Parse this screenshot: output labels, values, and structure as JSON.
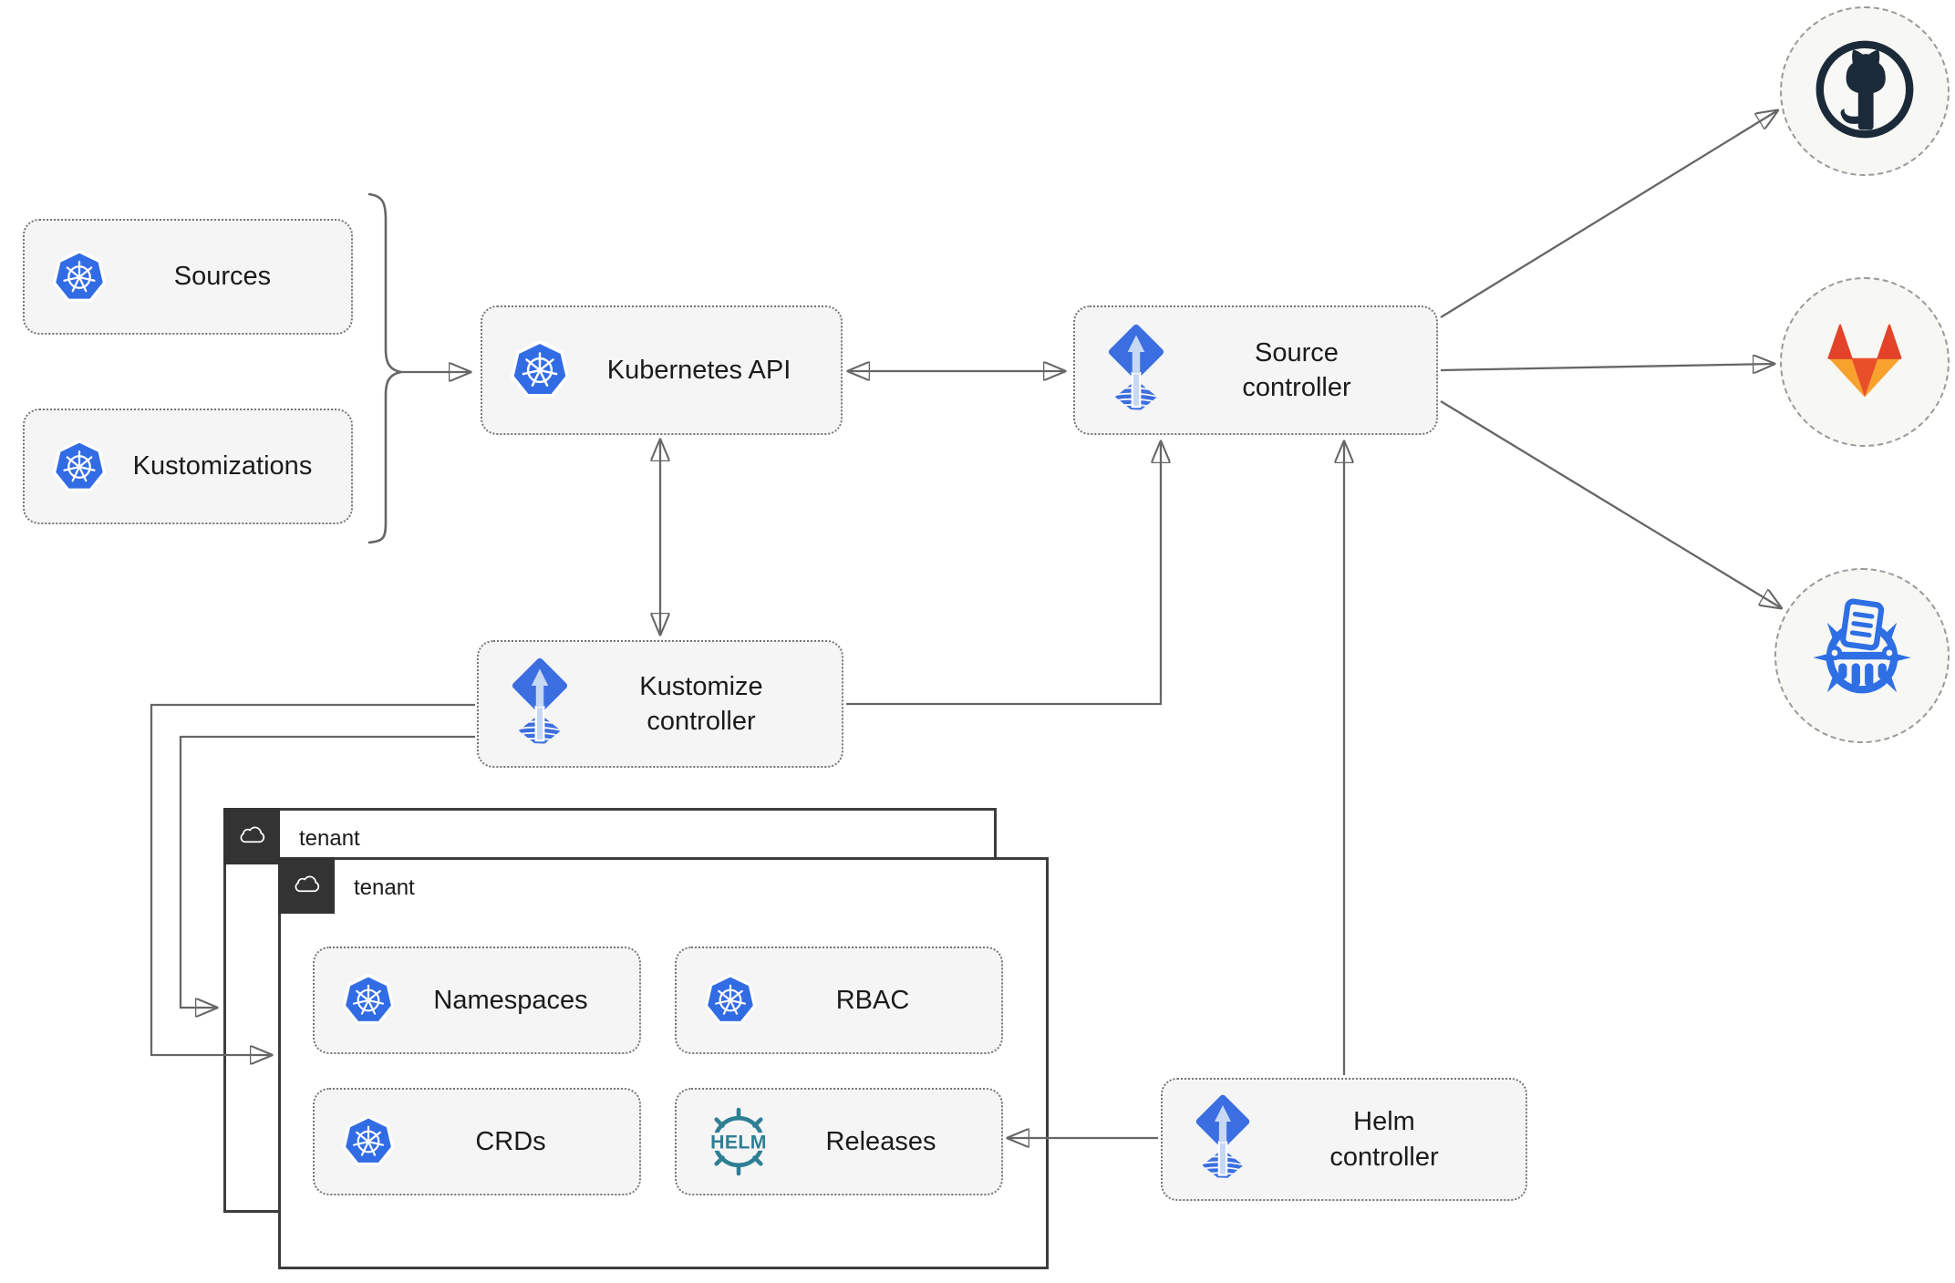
{
  "nodes": {
    "sources": {
      "label": "Sources"
    },
    "kustomizations": {
      "label": "Kustomizations"
    },
    "kubernetes_api": {
      "label": "Kubernetes API"
    },
    "source_controller": {
      "label": "Source\ncontroller"
    },
    "kustomize_controller": {
      "label": "Kustomize\ncontroller"
    },
    "helm_controller": {
      "label": "Helm\ncontroller"
    },
    "namespaces": {
      "label": "Namespaces"
    },
    "rbac": {
      "label": "RBAC"
    },
    "crds": {
      "label": "CRDs"
    },
    "releases": {
      "label": "Releases"
    }
  },
  "tenants": {
    "back": {
      "label": "tenant"
    },
    "front": {
      "label": "tenant"
    }
  },
  "icons": {
    "kubernetes": "kubernetes-icon",
    "flux": "flux-icon",
    "helm": "helm-icon",
    "helm_wordmark": "HELM",
    "cloud": "cloud-icon",
    "github": "github-icon",
    "gitlab": "gitlab-icon",
    "chartmuseum": "chartmuseum-icon"
  },
  "colors": {
    "canvas_bg": "#ffffff",
    "node_fill": "#f5f5f5",
    "connector_gray": "#666666",
    "tenant_header_bg": "#333333",
    "kubernetes_blue": "#326ce5",
    "flux_blue": "#3b6ee0",
    "flux_arrow_light": "#c7d8f5",
    "helm_teal": "#2e7f95",
    "github_navy": "#1b2a38",
    "gitlab_red_orange": "#e24329",
    "gitlab_orange_center": "#e8502a",
    "gitlab_amber": "#f8a12c",
    "chartmuseum_blue": "#2e6fe4"
  }
}
